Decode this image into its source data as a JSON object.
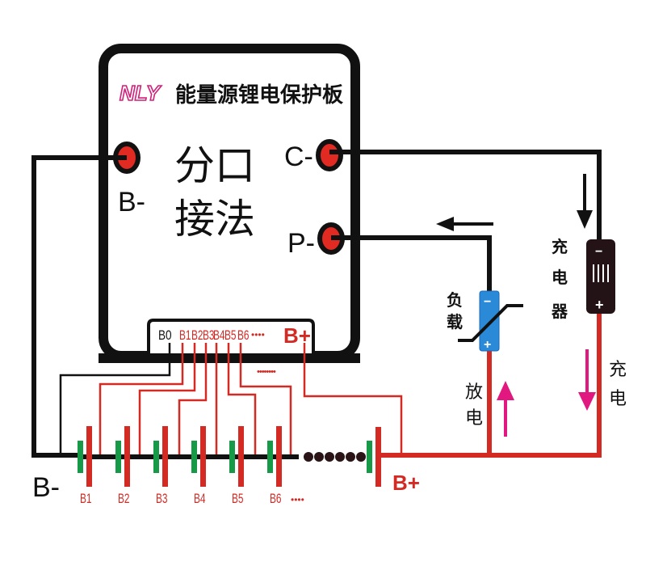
{
  "board": {
    "logo": "NLY",
    "title": "能量源锂电保护板",
    "method_line1": "分口",
    "method_line2": "接法",
    "terminals": {
      "b_minus": "B-",
      "c_minus": "C-",
      "p_minus": "P-"
    },
    "connector": {
      "pins": [
        "B0",
        "B1",
        "B2",
        "B3",
        "B4",
        "B5",
        "B6"
      ],
      "ellipsis": "••••",
      "b_plus": "B+",
      "more_dots": "••••••••"
    }
  },
  "battery": {
    "cells": [
      "B1",
      "B2",
      "B3",
      "B4",
      "B5",
      "B6"
    ],
    "more_cells": "••••",
    "b_minus_label": "B-",
    "b_plus_label": "B+"
  },
  "load": {
    "label_line1": "负",
    "label_line2": "载",
    "minus": "−",
    "plus": "+"
  },
  "charger": {
    "label_line1": "充",
    "label_line2": "电",
    "label_line3": "器",
    "minus": "−",
    "plus": "+",
    "grille": "IIII"
  },
  "flows": {
    "discharge_line1": "放",
    "discharge_line2": "电",
    "charge_line1": "充",
    "charge_line2": "电"
  },
  "colors": {
    "wire_black": "#111111",
    "wire_red": "#d42a24",
    "terminal_red": "#e02a22",
    "cell_green": "#169a48",
    "cell_red": "#d42a24",
    "arrow_magenta": "#e0187f",
    "load_blue": "#2a8ad8",
    "logo_magenta": "#d0207a"
  }
}
